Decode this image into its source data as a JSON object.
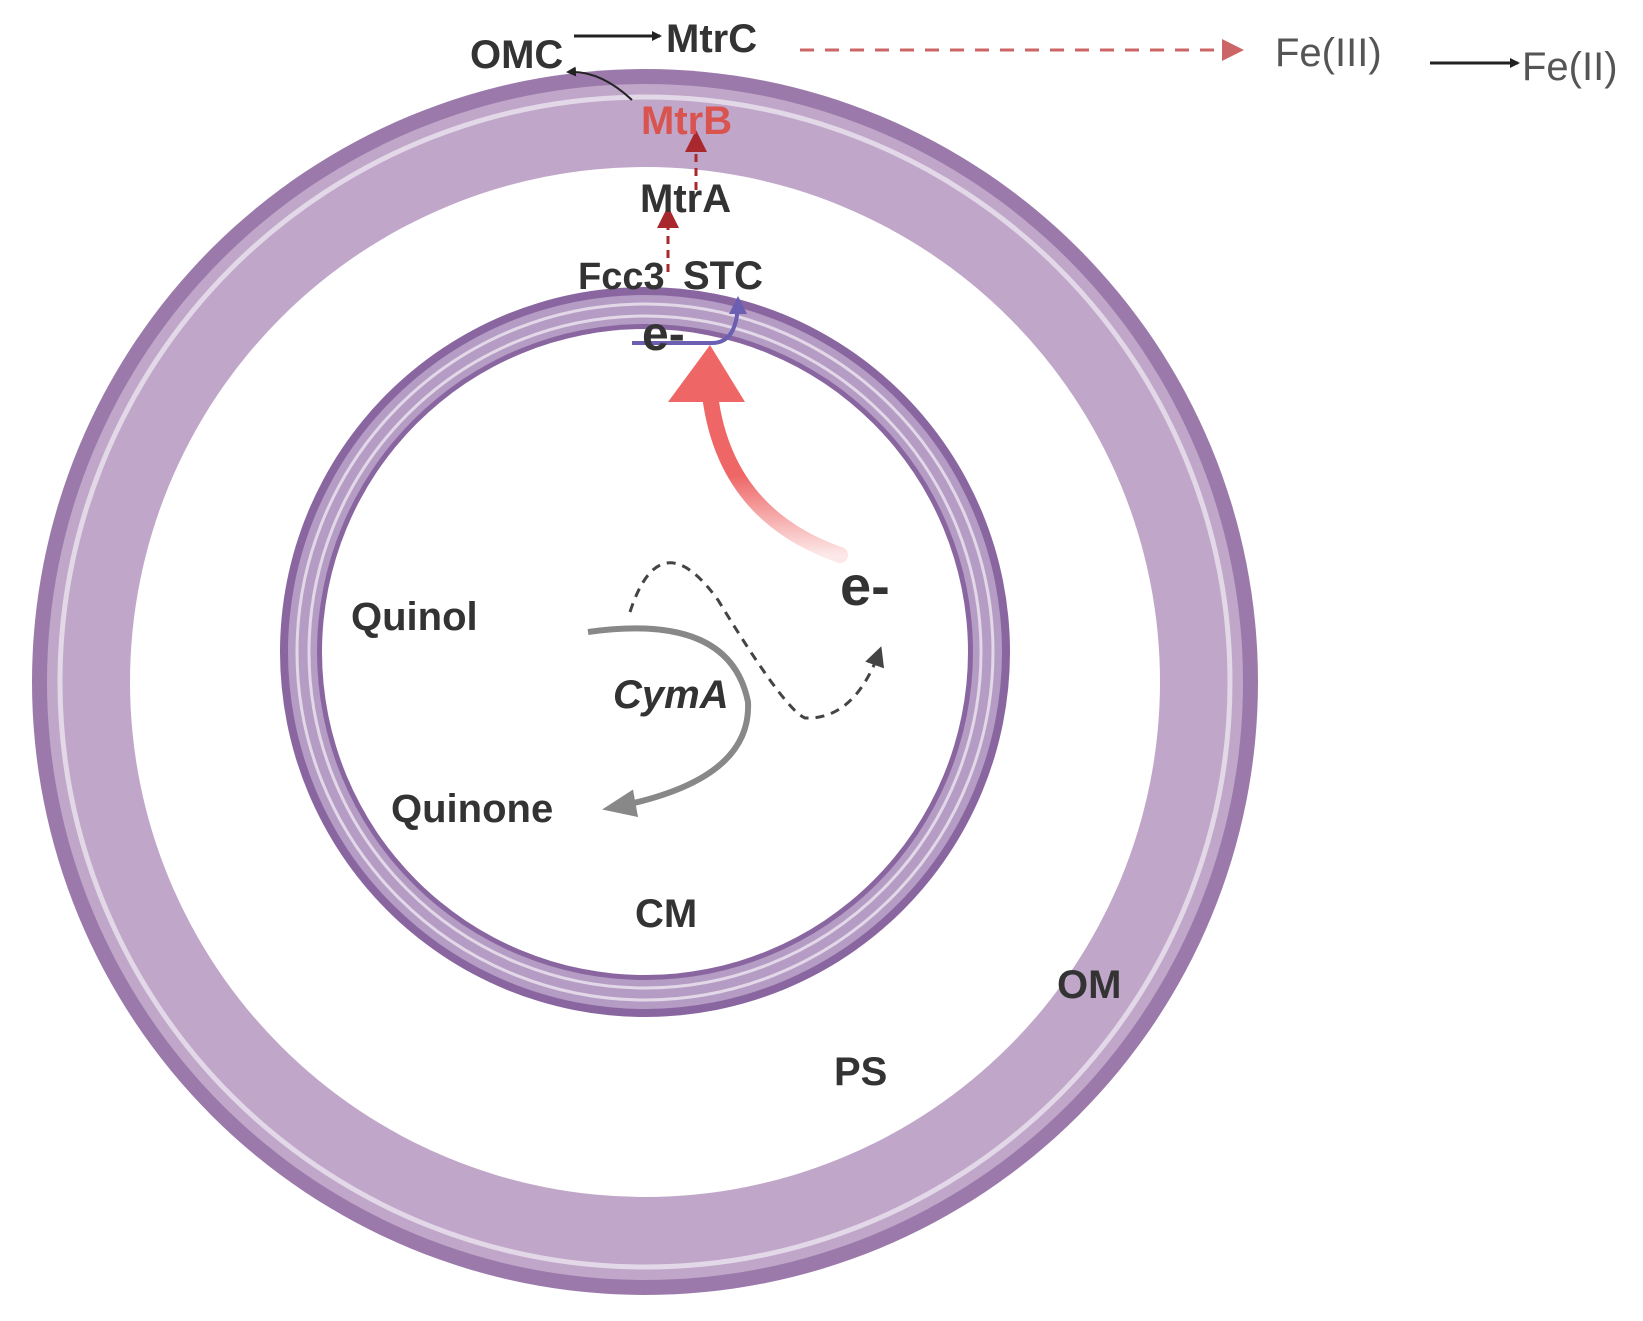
{
  "labels": {
    "omc": "OMC",
    "mtrc": "MtrC",
    "fe3": "Fe(III)",
    "fe2": "Fe(II)",
    "mtrb": "MtrB",
    "mtra": "MtrA",
    "fcc3": "Fcc3",
    "stc": "STC",
    "electron_top": "e-",
    "electron_inner": "e-",
    "quinol": "Quinol",
    "cyma": "CymA",
    "quinone": "Quinone",
    "cm": "CM",
    "om": "OM",
    "ps": "PS"
  },
  "colors": {
    "membrane_dark": "#9b7aab",
    "membrane_fill": "#c0a6c9",
    "membrane_highlight": "#e3d8e8",
    "inner_membrane_dark": "#8a66a0",
    "inner_membrane_fill": "#b59cc4",
    "red_arrow": "#ee6666",
    "dark_red_arrow": "#a8282e",
    "dashed_red": "#cc6666",
    "mtrb_text": "#d9534f",
    "blue_arrow": "#6a5fb0",
    "gray_arrow": "#888888",
    "black_arrow": "#222222"
  }
}
